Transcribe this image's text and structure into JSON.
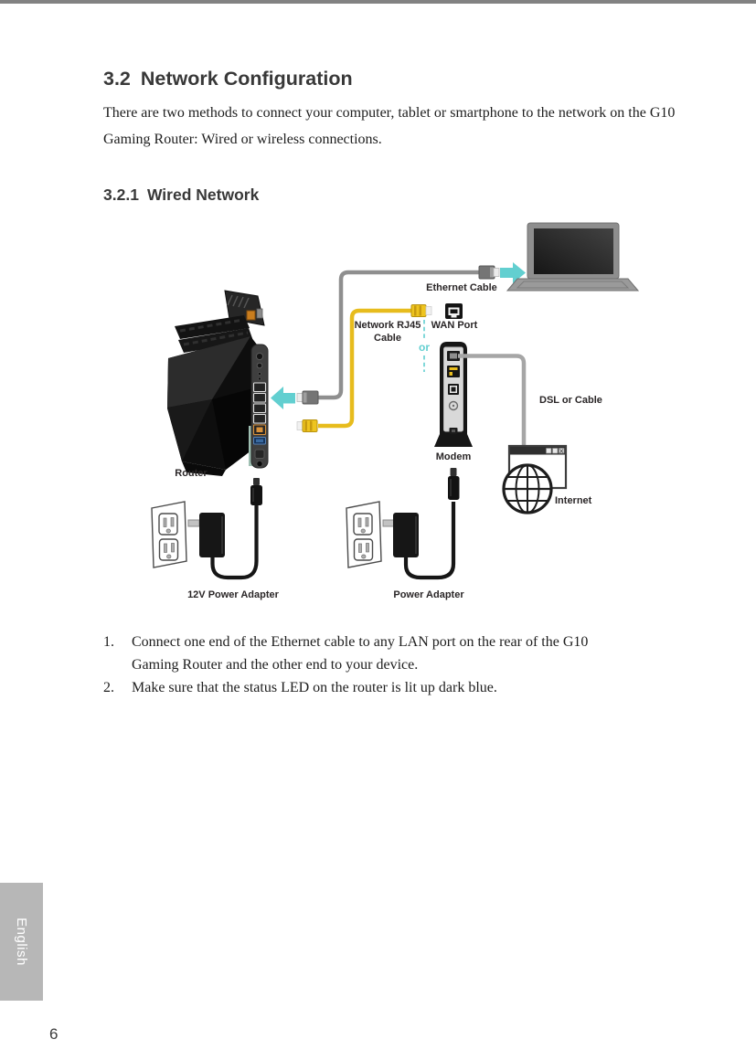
{
  "page": {
    "sidebar_label": "English",
    "page_number": "6"
  },
  "section": {
    "number": "3.2",
    "title": "Network Configuration",
    "intro": "There are two methods to connect your computer, tablet or smartphone to the network on the G10 Gaming Router: Wired or wireless connections."
  },
  "subsection": {
    "number": "3.2.1",
    "title": "Wired Network"
  },
  "diagram": {
    "labels": {
      "ethernet_cable": "Ethernet Cable",
      "network_rj45_line1": "Network RJ45",
      "network_rj45_line2": "Cable",
      "wan_port": "WAN Port",
      "or": "or",
      "dsl_or_cable": "DSL or Cable",
      "modem": "Modem",
      "router": "Router",
      "internet": "Internet",
      "power_adapter_12v": "12V Power Adapter",
      "power_adapter": "Power Adapter"
    },
    "colors": {
      "arrow_teal": "#62cfd0",
      "cable_yellow": "#e7bc1d",
      "cable_gray": "#8f8f8f",
      "dsl_cable_gray": "#a6a6a6"
    },
    "icons": {
      "laptop": "laptop-icon",
      "router": "router-icon",
      "modem": "modem-icon",
      "internet": "globe-browser-window-icon",
      "wall_outlet": "wall-outlet-icon",
      "power_adapter": "power-adapter-brick-icon",
      "wan_port": "rj45-port-icon",
      "connector": "rj45-plug-icon",
      "arrow": "teal-arrow-icon"
    }
  },
  "steps": [
    {
      "number": "1.",
      "text": "Connect one end of the Ethernet cable to any LAN port on the rear of the G10 Gaming Router and the other end to your device."
    },
    {
      "number": "2.",
      "text": "Make sure that the status LED on the router is lit up dark blue."
    }
  ]
}
